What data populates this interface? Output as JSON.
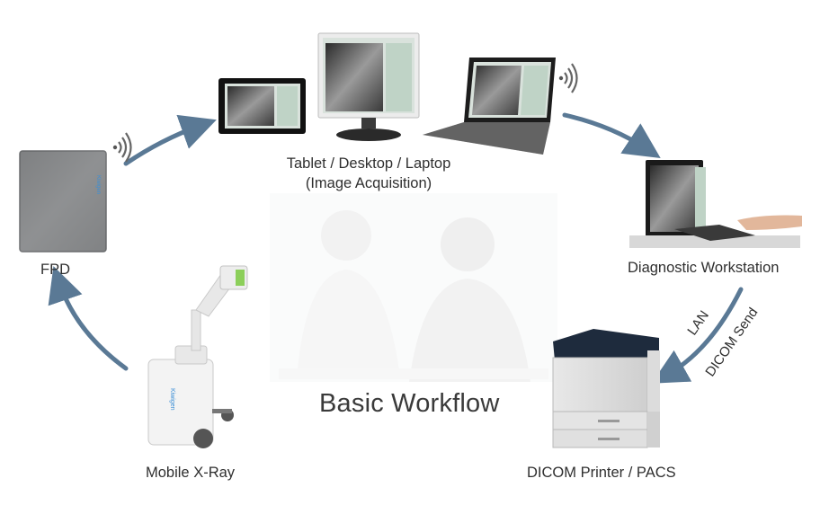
{
  "diagram": {
    "title": "Basic Workflow",
    "nodes": {
      "fpd": {
        "label": "FPD",
        "brand": "Kiwigen"
      },
      "acquisition": {
        "label_line1": "Tablet / Desktop / Laptop",
        "label_line2": "(Image Acquisition)"
      },
      "workstation": {
        "label": "Diagnostic Workstation"
      },
      "printer": {
        "label": "DICOM Printer / PACS"
      },
      "xray": {
        "label": "Mobile X-Ray",
        "brand": "Kiwigen"
      }
    },
    "connection_labels": {
      "lan": "LAN",
      "dicom_send": "DICOM Send"
    },
    "colors": {
      "arrow": "#5a7995",
      "text": "#2f2f2f",
      "accent": "#4a8fd1"
    }
  }
}
